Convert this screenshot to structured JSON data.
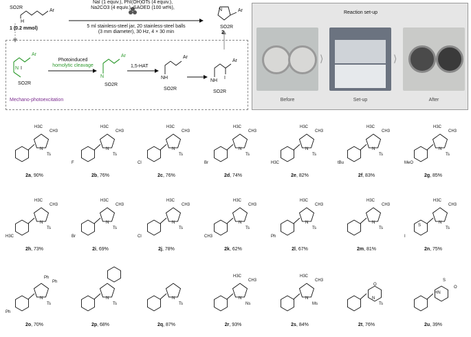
{
  "conditions": {
    "reagents_line1": "NaI (1 equiv.), PhI(OH)OTs (4 equiv.),",
    "reagents_line2": "Na2CO3 (4 equiv.), SAOED (100 wt%),",
    "mill_line1": "5 ml stainless-steel jar, 20 stainless-steel balls",
    "mill_line2": "(3 mm diameter), 30 Hz, 4 × 30 min"
  },
  "scheme": {
    "substrate_amount": "1 (0.2 mmol)",
    "product_number": "2",
    "step1_label_l1": "Photoinduced",
    "step1_label_l2": "homolytic cleavage",
    "step2_label": "1,5-HAT",
    "mechano_label": "Mechano-photoexcitation",
    "atom_ar": "Ar",
    "atom_so2r": "SO2R",
    "atom_nh": "NH",
    "atom_n": "N",
    "atom_i": "I",
    "atom_h": "H"
  },
  "setup": {
    "title": "Reaction set-up",
    "before": "Before",
    "setup": "Set-up",
    "after": "After"
  },
  "compounds": [
    {
      "id": "2a",
      "yield": ", 90%",
      "sub": ""
    },
    {
      "id": "2b",
      "yield": ", 76%",
      "sub": "F"
    },
    {
      "id": "2c",
      "yield": ", 76%",
      "sub": "Cl"
    },
    {
      "id": "2d",
      "yield": ", 74%",
      "sub": "Br"
    },
    {
      "id": "2e",
      "yield": ", 82%",
      "sub": "H3C"
    },
    {
      "id": "2f",
      "yield": ", 83%",
      "sub": "tBu"
    },
    {
      "id": "2g",
      "yield": ", 85%",
      "sub": "MeO"
    },
    {
      "id": "2h",
      "yield": ", 73%",
      "sub": "H3C"
    },
    {
      "id": "2i",
      "yield": ", 69%",
      "sub": "Br"
    },
    {
      "id": "2j",
      "yield": ", 78%",
      "sub": "Cl"
    },
    {
      "id": "2k",
      "yield": ", 62%",
      "sub": "CH3"
    },
    {
      "id": "2l",
      "yield": ", 67%",
      "sub": "Ph"
    },
    {
      "id": "2m",
      "yield": ", 81%",
      "sub": ""
    },
    {
      "id": "2n",
      "yield": ", 75%",
      "sub": "I"
    },
    {
      "id": "2o",
      "yield": ", 70%",
      "sub": "Ph"
    },
    {
      "id": "2p",
      "yield": ", 68%",
      "sub": ""
    },
    {
      "id": "2q",
      "yield": ", 87%",
      "sub": ""
    },
    {
      "id": "2r",
      "yield": ", 93%",
      "sub": ""
    },
    {
      "id": "2s",
      "yield": ", 84%",
      "sub": ""
    },
    {
      "id": "2t",
      "yield": ", 76%",
      "sub": ""
    },
    {
      "id": "2u",
      "yield": ", 39%",
      "sub": ""
    }
  ],
  "groups": {
    "ts": "Ts",
    "ns": "Ns",
    "ms": "Ms",
    "h3c": "H3C",
    "ch3": "CH3",
    "ph": "Ph",
    "o": "O",
    "s": "S",
    "hn": "HN"
  }
}
